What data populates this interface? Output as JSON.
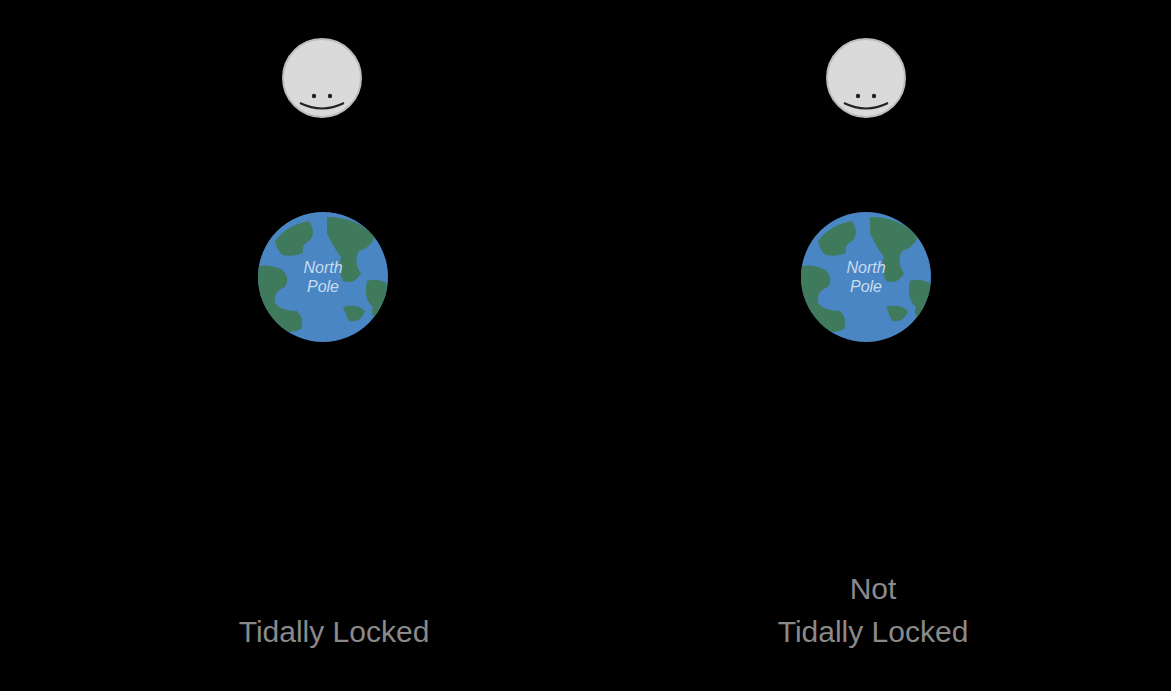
{
  "diagram": {
    "nodes": [
      {
        "text": [
          "North Pole"
        ]
      },
      {
        "text": [
          "North Pole"
        ]
      }
    ],
    "labels": [
      "Tidally Locked",
      "Not Tidally Locked"
    ]
  }
}
